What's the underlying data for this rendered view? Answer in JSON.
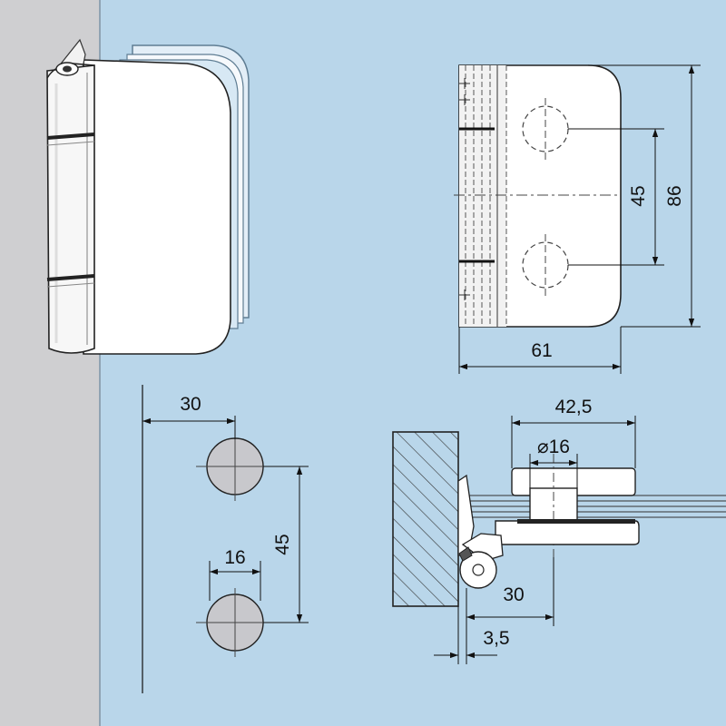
{
  "colors": {
    "background": "#b9d6ea",
    "wall": "#cfcfd1",
    "line": "#111111",
    "hinge_white": "#ffffff",
    "hole_fill": "#c8c8cc"
  },
  "top_view": {
    "height_label": "86",
    "hole_spacing_label": "45",
    "width_label": "61"
  },
  "hole_pattern": {
    "offset_label": "30",
    "spacing_label": "45",
    "diameter_label": "16"
  },
  "section": {
    "width_label": "42,5",
    "diameter_label": "⌀16",
    "offset_label": "30",
    "gap_label": "3,5"
  }
}
